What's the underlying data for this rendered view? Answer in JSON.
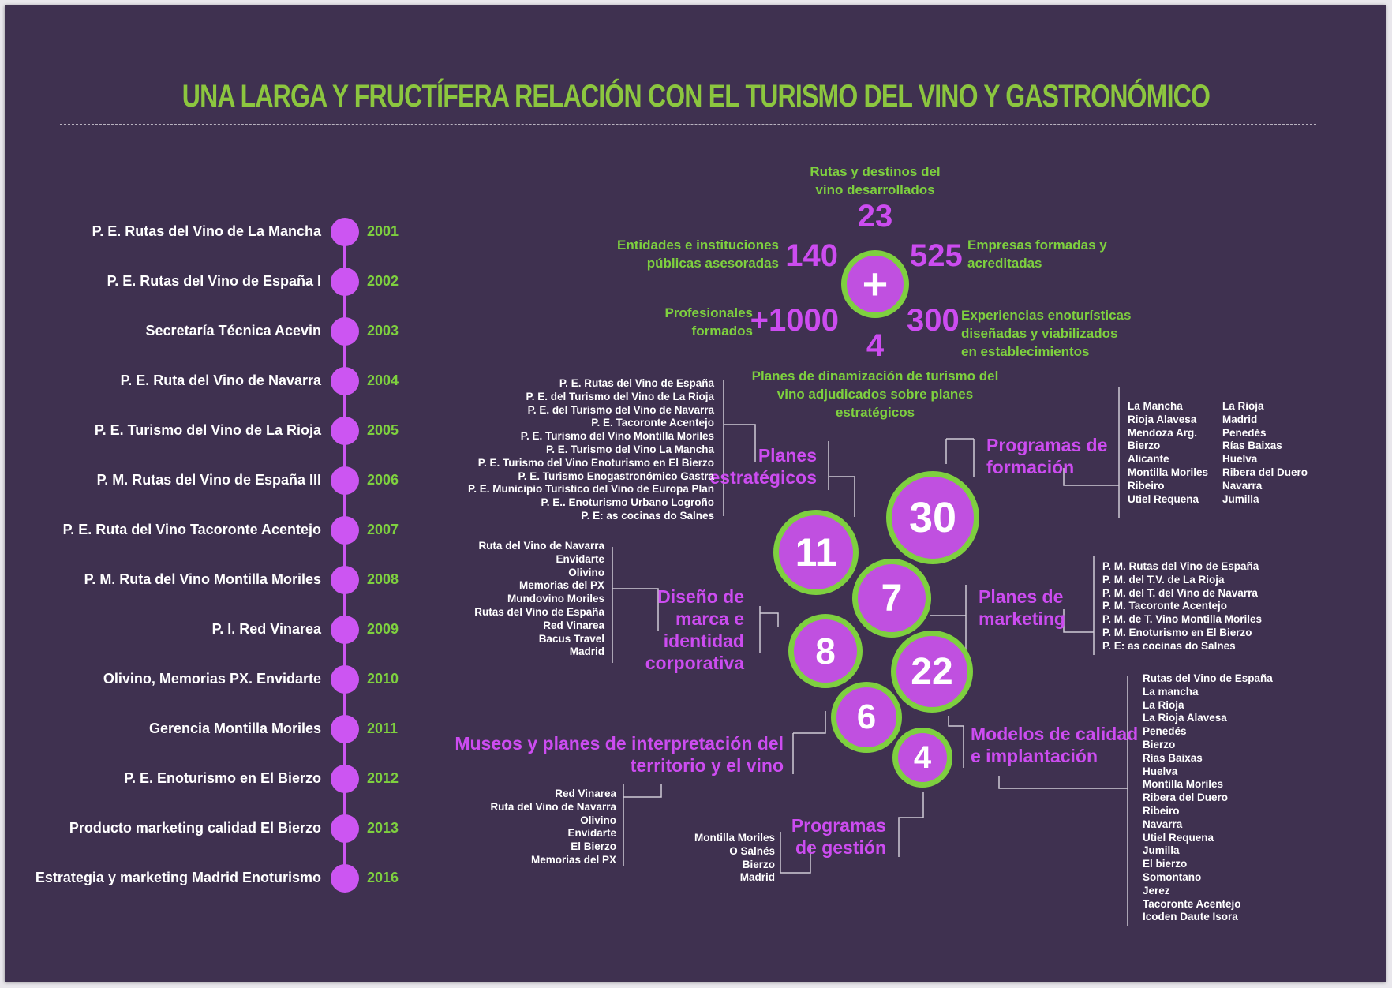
{
  "title": "UNA LARGA Y FRUCTÍFERA RELACIÓN CON EL TURISMO DEL VINO Y GASTRONÓMICO",
  "colors": {
    "background": "#3f3150",
    "green": "#7ed03f",
    "purple": "#cc4cf0",
    "circle_fill": "#c050e0"
  },
  "timeline": [
    {
      "label": "P. E. Rutas del Vino de La Mancha",
      "year": "2001"
    },
    {
      "label": "P. E. Rutas del Vino de España I",
      "year": "2002"
    },
    {
      "label": "Secretaría Técnica Acevin",
      "year": "2003"
    },
    {
      "label": "P. E. Ruta del Vino de Navarra",
      "year": "2004"
    },
    {
      "label": "P. E. Turismo del Vino de La Rioja",
      "year": "2005"
    },
    {
      "label": "P. M. Rutas del Vino de España III",
      "year": "2006"
    },
    {
      "label": "P. E. Ruta del Vino Tacoronte Acentejo",
      "year": "2007"
    },
    {
      "label": "P. M. Ruta del Vino Montilla Moriles",
      "year": "2008"
    },
    {
      "label": "P. I. Red Vinarea",
      "year": "2009"
    },
    {
      "label": "Olivino, Memorias PX. Envidarte",
      "year": "2010"
    },
    {
      "label": "Gerencia Montilla Moriles",
      "year": "2011"
    },
    {
      "label": "P. E. Enoturismo en El Bierzo",
      "year": "2012"
    },
    {
      "label": "Producto marketing calidad El Bierzo",
      "year": "2013"
    },
    {
      "label": "Estrategia y marketing Madrid Enoturismo",
      "year": "2016"
    }
  ],
  "stats": {
    "plus_icon": "plus-icon",
    "rutas": {
      "label1": "Rutas y destinos del",
      "label2": "vino desarrollados",
      "value": "23"
    },
    "entidades": {
      "label1": "Entidades e instituciones",
      "label2": "públicas asesoradas",
      "value": "140"
    },
    "empresas": {
      "label1": "Empresas formadas y",
      "label2": "acreditadas",
      "value": "525"
    },
    "profesionales": {
      "label1": "Profesionales",
      "label2": "formados",
      "value": "+1000"
    },
    "experiencias": {
      "label1": "Experiencias enoturísticas",
      "label2": "diseñadas  y viabilizados",
      "label3": "en establecimientos",
      "value": "300"
    },
    "planes_dinamizacion": {
      "label1": "Planes de dinamización de turismo del",
      "label2": "vino adjudicados sobre planes",
      "label3": "estratégicos",
      "value": "4"
    }
  },
  "groups": {
    "planes_estrategicos": {
      "title1": "Planes",
      "title2": "estratégicos",
      "count": "11",
      "items": [
        "P. E. Rutas del Vino de España",
        "P. E. del Turismo del Vino de La Rioja",
        "P. E. del Turismo del Vino de Navarra",
        "P. E. Tacoronte Acentejo",
        "P. E. Turismo del Vino Montilla Moriles",
        "P. E. Turismo del Vino La Mancha",
        "P. E. Turismo del Vino Enoturismo en El Bierzo",
        "P. E. Turismo Enogastronómico Gastra",
        "P. E. Municipio Turístico del Vino de Europa Plan",
        "P. E.. Enoturismo Urbano Logroño",
        "P. E: as cocinas do Salnes"
      ]
    },
    "programas_formacion": {
      "title1": "Programas de",
      "title2": "formación",
      "count": "30",
      "items_col1": [
        "La Mancha",
        "Rioja Alavesa",
        "Mendoza Arg.",
        "Bierzo",
        "Alicante",
        "Montilla Moriles",
        "Ribeiro",
        "Utiel Requena"
      ],
      "items_col2": [
        "La Rioja",
        "Madrid",
        "Penedés",
        "Rías Baixas",
        "Huelva",
        "Ribera del Duero",
        "Navarra",
        "Jumilla"
      ]
    },
    "diseno_marca": {
      "title1": "Diseño de",
      "title2": "marca e",
      "title3": "identidad",
      "title4": "corporativa",
      "count": "8",
      "items": [
        "Ruta del Vino de Navarra",
        "Envidarte",
        "Olivino",
        "Memorias del PX",
        "Mundovino Moriles",
        "Rutas del Vino de España",
        "Red Vinarea",
        "Bacus Travel",
        "Madrid"
      ]
    },
    "planes_marketing": {
      "title1": "Planes de",
      "title2": "marketing",
      "count": "7",
      "items": [
        "P. M. Rutas del Vino de España",
        "P. M. del T.V. de La Rioja",
        "P. M. del T. del Vino de Navarra",
        "P. M. Tacoronte Acentejo",
        "P. M. de T. Vino Montilla Moriles",
        "P. M. Enoturismo en El Bierzo",
        "P. E: as cocinas do Salnes"
      ]
    },
    "museos": {
      "title1": "Museos y planes de interpretación del",
      "title2": "territorio y el vino",
      "count": "6",
      "items": [
        "Red Vinarea",
        "Ruta del Vino de Navarra",
        "Olivino",
        "Envidarte",
        "El Bierzo",
        "Memorias del PX"
      ]
    },
    "modelos_calidad": {
      "title1": "Modelos de calidad",
      "title2": "e implantación",
      "count": "22",
      "items": [
        "Rutas del Vino de España",
        "La mancha",
        "La Rioja",
        "La Rioja Alavesa",
        "Penedés",
        "Bierzo",
        "Rías Baixas",
        "Huelva",
        "Montilla Moriles",
        "Ribera del Duero",
        "Ribeiro",
        "Navarra",
        "Utiel Requena",
        "Jumilla",
        "El bierzo",
        "Somontano",
        "Jerez",
        "Tacoronte Acentejo",
        "Icoden Daute Isora"
      ]
    },
    "programas_gestion": {
      "title1": "Programas",
      "title2": "de gestión",
      "count": "4",
      "items": [
        "Montilla Moriles",
        "O Salnés",
        "Bierzo",
        "Madrid"
      ]
    }
  }
}
